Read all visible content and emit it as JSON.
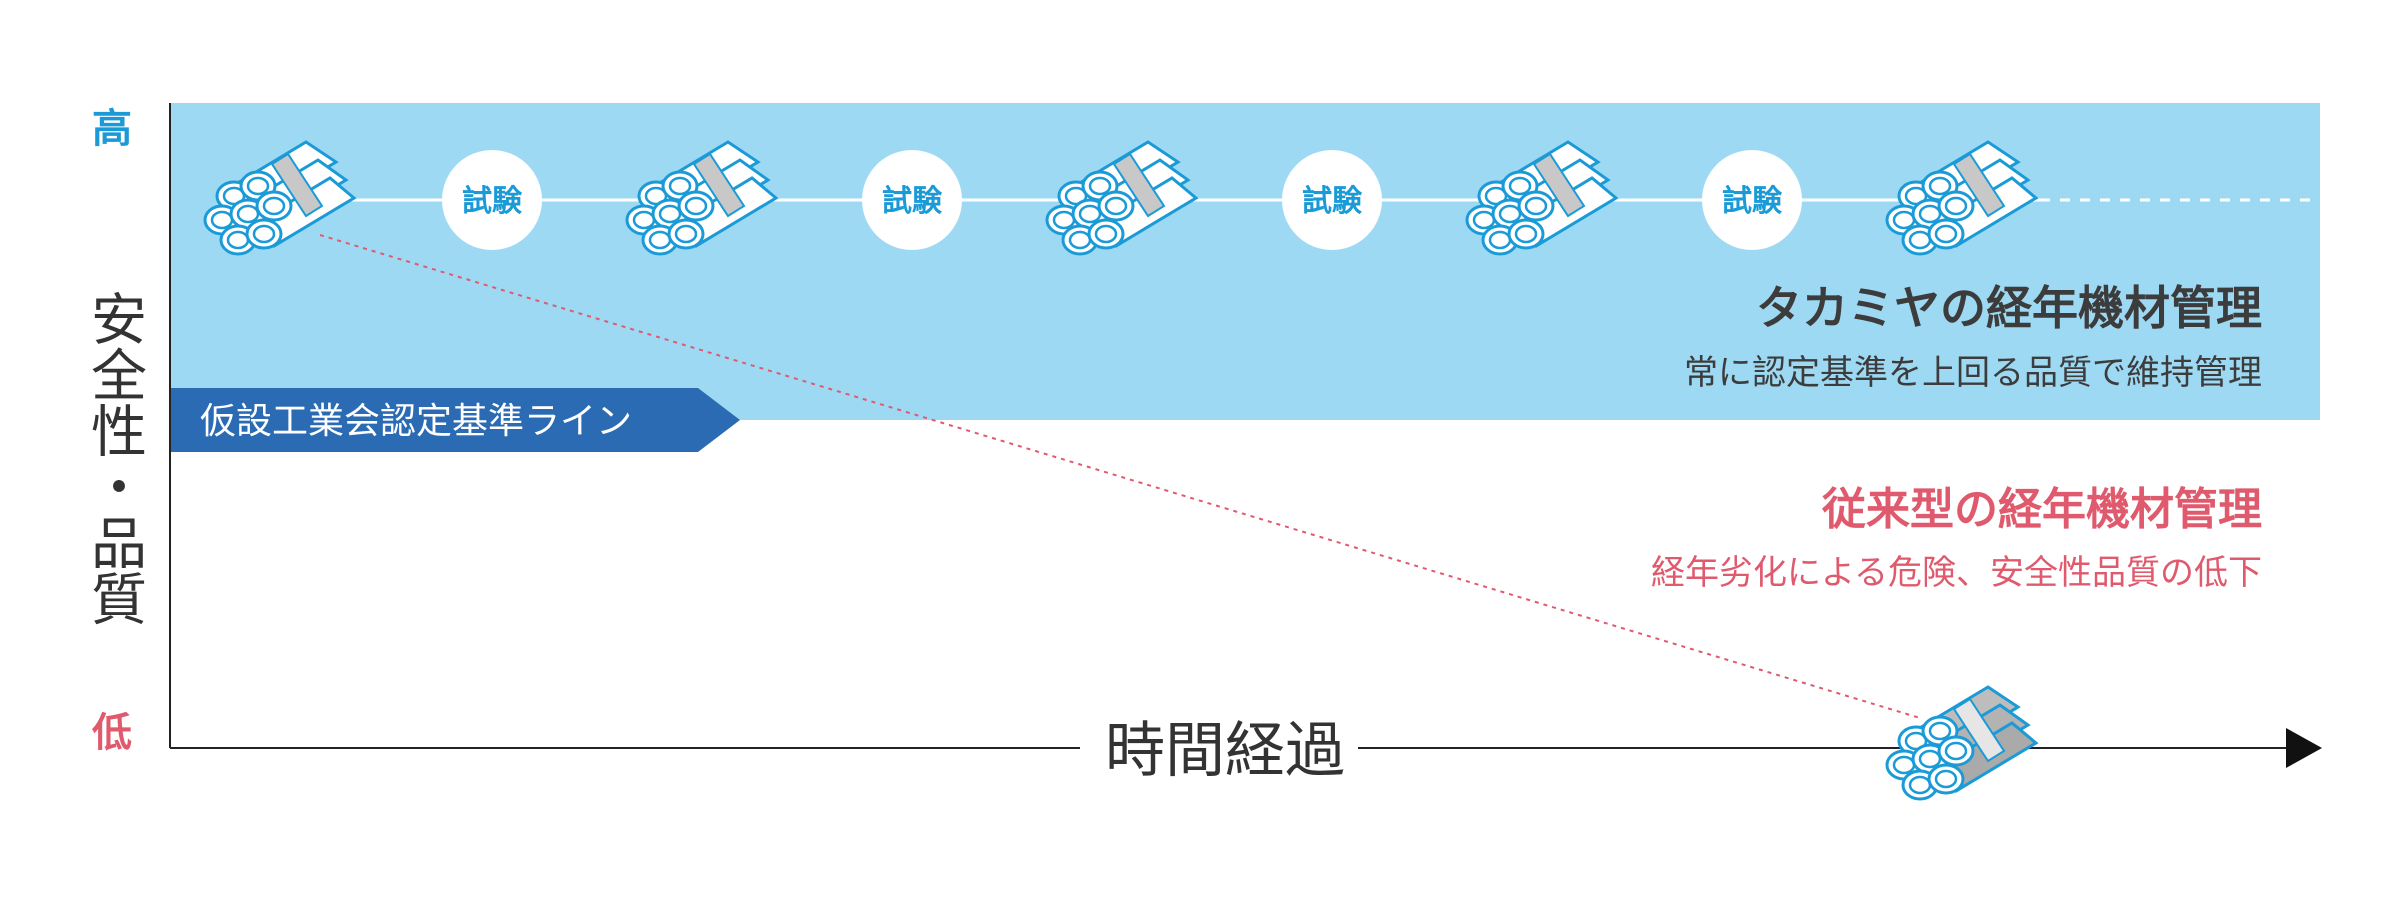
{
  "axis": {
    "y_high": "高",
    "y_low": "低",
    "y_label": "安全性・品質",
    "x_label": "時間経過"
  },
  "standard_line": {
    "label": "仮設工業会認定基準ライン"
  },
  "test_label": "試験",
  "takamiya": {
    "title": "タカミヤの経年機材管理",
    "subtitle": "常に認定基準を上回る品質で維持管理"
  },
  "conventional": {
    "title": "従来型の経年機材管理",
    "subtitle": "経年劣化による危険、安全性品質の低下"
  },
  "colors": {
    "band": "#9ed9f4",
    "standard_tag": "#2b6bb4",
    "accent_blue": "#1a9ad6",
    "accent_red": "#e05a6e",
    "axis": "#222222"
  },
  "icons": {
    "bundle": "pipe-bundle-icon",
    "arrow": "arrow-right-icon"
  }
}
